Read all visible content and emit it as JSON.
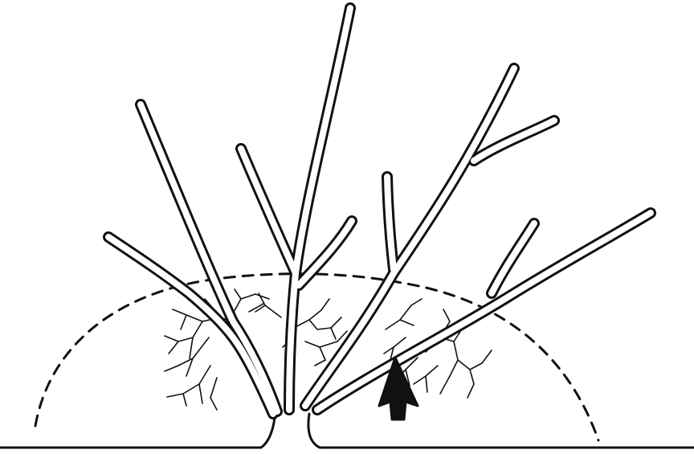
{
  "illustration": {
    "subject": "pruned-shrub-with-outline-arrow",
    "colors": {
      "ink": "#111111",
      "paper": "#ffffff"
    },
    "canopy_outline_style": "dashed",
    "arrow_direction": "up"
  }
}
